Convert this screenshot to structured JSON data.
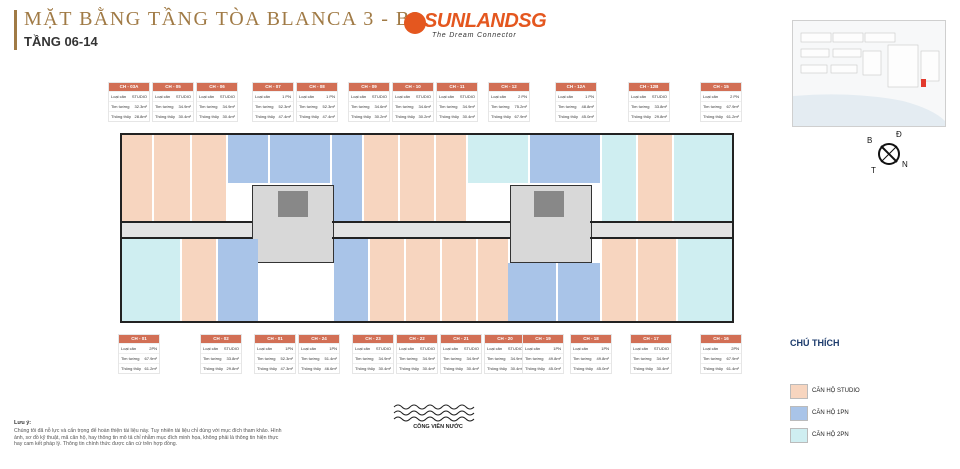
{
  "header": {
    "title": "MẶT BẰNG TẦNG TÒA BLANCA 3 - B3",
    "subtitle": "TẦNG 06-14",
    "logo_brand": "SUNLANDSG",
    "logo_tagline": "The Dream Connector"
  },
  "compass": {
    "n": "N",
    "d": "Đ",
    "t": "T",
    "b": "B"
  },
  "colors": {
    "studio": "#f7d5bf",
    "one_pn": "#a9c4e8",
    "two_pn": "#cfeef1",
    "card_header": "#d26f55",
    "legend_title": "#1c3b6c"
  },
  "labels": {
    "type": "Loại căn",
    "area_tim": "Tim tường",
    "area_thong": "Thông thủy"
  },
  "top_cards": [
    {
      "code": "CH - 03A",
      "type": "STUDIO",
      "tim": "32.3m²",
      "thong": "28.8m²"
    },
    {
      "code": "CH - 05",
      "type": "STUDIO",
      "tim": "34.9m²",
      "thong": "30.4m²"
    },
    {
      "code": "CH - 06",
      "type": "STUDIO",
      "tim": "34.9m²",
      "thong": "30.4m²"
    },
    {
      "code": "CH - 07",
      "type": "1 PN",
      "tim": "52.3m²",
      "thong": "47.4m²"
    },
    {
      "code": "CH - 08",
      "type": "1 PN",
      "tim": "52.3m²",
      "thong": "47.4m²"
    },
    {
      "code": "CH - 09",
      "type": "STUDIO",
      "tim": "34.6m²",
      "thong": "30.2m²"
    },
    {
      "code": "CH - 10",
      "type": "STUDIO",
      "tim": "34.6m²",
      "thong": "30.2m²"
    },
    {
      "code": "CH - 11",
      "type": "STUDIO",
      "tim": "34.9m²",
      "thong": "30.4m²"
    },
    {
      "code": "CH - 12",
      "type": "2 PN",
      "tim": "75.2m²",
      "thong": "67.9m²"
    },
    {
      "code": "CH - 12A",
      "type": "1 PN",
      "tim": "48.8m²",
      "thong": "45.0m²"
    },
    {
      "code": "CH - 12B",
      "type": "STUDIO",
      "tim": "33.8m²",
      "thong": "29.8m²"
    },
    {
      "code": "CH - 15",
      "type": "2 PN",
      "tim": "67.9m²",
      "thong": "61.2m²"
    }
  ],
  "bottom_cards": [
    {
      "code": "CH - 01",
      "type": "2PN",
      "tim": "67.9m²",
      "thong": "61.2m²"
    },
    {
      "code": "CH - 02",
      "type": "STUDIO",
      "tim": "33.8m²",
      "thong": "29.8m²"
    },
    {
      "code": "CH - 01",
      "type": "1PN",
      "tim": "52.3m²",
      "thong": "47.3m²"
    },
    {
      "code": "CH - 24",
      "type": "1PN",
      "tim": "51.4m²",
      "thong": "46.6m²"
    },
    {
      "code": "CH - 23",
      "type": "STUDIO",
      "tim": "34.9m²",
      "thong": "30.4m²"
    },
    {
      "code": "CH - 22",
      "type": "STUDIO",
      "tim": "34.9m²",
      "thong": "30.4m²"
    },
    {
      "code": "CH - 21",
      "type": "STUDIO",
      "tim": "34.9m²",
      "thong": "30.4m²"
    },
    {
      "code": "CH - 20",
      "type": "STUDIO",
      "tim": "34.9m²",
      "thong": "30.4m²"
    },
    {
      "code": "CH - 19",
      "type": "1PN",
      "tim": "49.8m²",
      "thong": "45.0m²"
    },
    {
      "code": "CH - 18",
      "type": "1PN",
      "tim": "49.8m²",
      "thong": "45.0m²"
    },
    {
      "code": "CH - 17",
      "type": "STUDIO",
      "tim": "34.9m²",
      "thong": "30.4m²"
    },
    {
      "code": "CH - 16",
      "type": "2PN",
      "tim": "67.9m²",
      "thong": "61.4m²"
    }
  ],
  "legend": {
    "title": "CHÚ THÍCH",
    "items": [
      {
        "label": "CĂN HỘ STUDIO",
        "color": "#f7d5bf"
      },
      {
        "label": "CĂN HỘ 1PN",
        "color": "#a9c4e8"
      },
      {
        "label": "CĂN HỘ 2PN",
        "color": "#cfeef1"
      }
    ]
  },
  "garden_label": "CÔNG VIÊN NƯỚC",
  "note": {
    "title": "Lưu ý:",
    "text": "Chúng tôi đã nỗ lực và cẩn trọng để hoàn thiện tài liệu này. Tuy nhiên tài liệu chỉ dùng với mục đích tham khảo. Hình ảnh, sơ đồ kỹ thuật, mã căn hộ, hay thông tin mô tả chỉ nhằm mục đích minh họa, không phải là thông tin hiện thực hay cam kết pháp lý. Thông tin chính thức được căn cứ trên hợp đồng."
  }
}
